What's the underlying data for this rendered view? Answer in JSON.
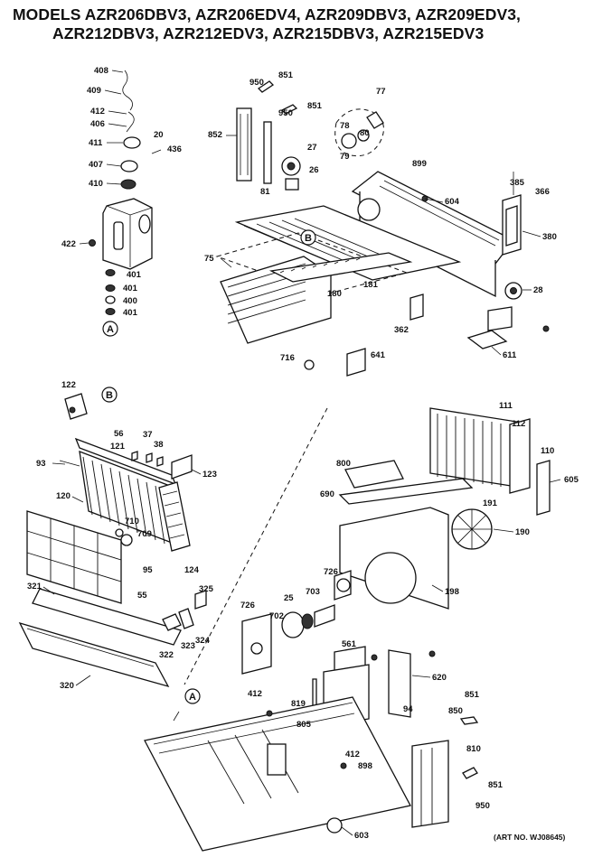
{
  "title": {
    "line1": "MODELS AZR206DBV3, AZR206EDV4, AZR209DBV3, AZR209EDV3,",
    "line2": "AZR212DBV3, AZR212EDV3, AZR215DBV3, AZR215EDV3"
  },
  "markers": {
    "a": "A",
    "b": "B"
  },
  "labels": {
    "p408": "408",
    "p409": "409",
    "p412a": "412",
    "p406": "406",
    "p20": "20",
    "p411": "411",
    "p436": "436",
    "p407": "407",
    "p410": "410",
    "p422": "422",
    "p401a": "401",
    "p401b": "401",
    "p400": "400",
    "p401c": "401",
    "p950a": "950",
    "p851a": "851",
    "p77": "77",
    "p852": "852",
    "p950b": "950",
    "p851b": "851",
    "p78": "78",
    "p80": "80",
    "p27": "27",
    "p79": "79",
    "p899": "899",
    "p26": "26",
    "p81": "81",
    "p604": "604",
    "p385": "385",
    "p366": "366",
    "p380": "380",
    "p75": "75",
    "p180": "180",
    "p181": "181",
    "p28": "28",
    "p362": "362",
    "p716": "716",
    "p641": "641",
    "p611": "611",
    "p122": "122",
    "p56": "56",
    "p121": "121",
    "p37": "37",
    "p38": "38",
    "p93": "93",
    "p123": "123",
    "p120": "120",
    "p710": "710",
    "p709": "709",
    "p95": "95",
    "p124": "124",
    "p55": "55",
    "p321": "321",
    "p325": "325",
    "p323": "323",
    "p324": "324",
    "p322": "322",
    "p320": "320",
    "p111": "111",
    "p112": "112",
    "p110": "110",
    "p605": "605",
    "p800": "800",
    "p690": "690",
    "p191": "191",
    "p190": "190",
    "p726a": "726",
    "p25": "25",
    "p703": "703",
    "p198": "198",
    "p726b": "726",
    "p702": "702",
    "p561": "561",
    "p620": "620",
    "p412b": "412",
    "p819": "819",
    "p94": "94",
    "p851c": "851",
    "p850": "850",
    "p805": "805",
    "p412c": "412",
    "p898": "898",
    "p810": "810",
    "p851d": "851",
    "p950c": "950",
    "p603": "603"
  },
  "art_number": "(ART NO. WJ08645)"
}
